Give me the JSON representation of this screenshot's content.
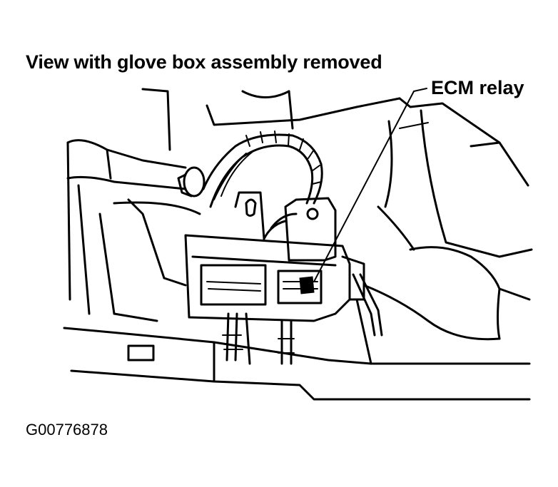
{
  "diagram": {
    "title": "View with glove box assembly removed",
    "callouts": [
      {
        "label": "ECM relay"
      }
    ],
    "figure_id": "G00776878"
  }
}
